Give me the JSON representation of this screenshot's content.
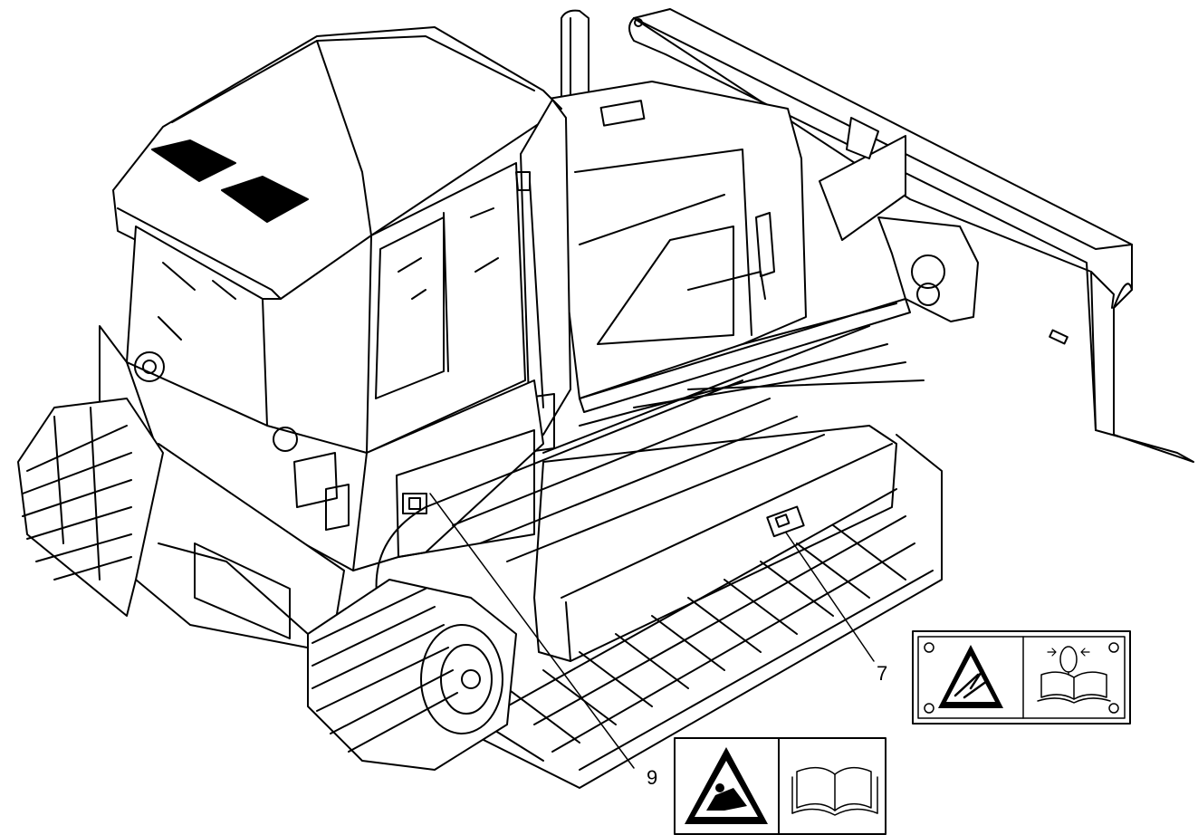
{
  "callouts": [
    {
      "id": "7",
      "label": "7",
      "decal": "pressurized-accumulator-warning"
    },
    {
      "id": "9",
      "label": "9",
      "decal": "crush-hazard-warning"
    }
  ],
  "icons": {
    "decal_7": [
      "warning-triangle-icon",
      "accumulator-icon",
      "manual-book-icon"
    ],
    "decal_9": [
      "warning-triangle-icon",
      "manual-book-icon"
    ]
  },
  "colors": {
    "line": "#000000",
    "background": "#ffffff"
  }
}
